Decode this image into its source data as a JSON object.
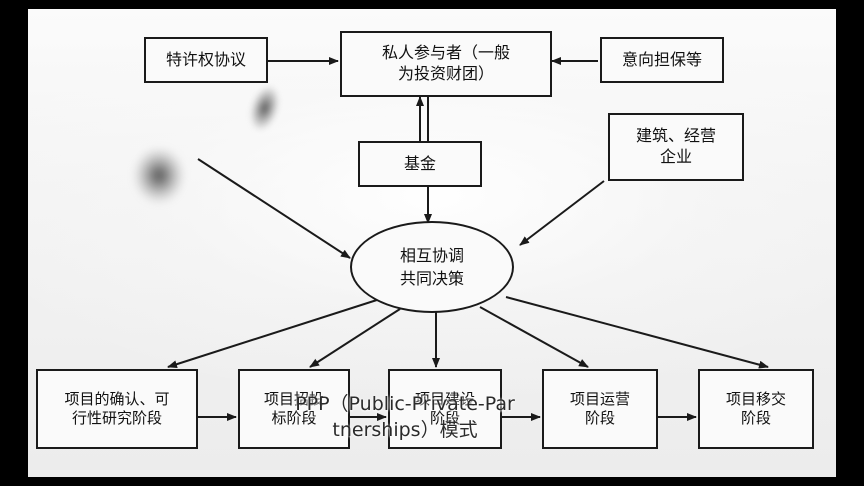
{
  "diagram": {
    "title": "PPP（Public-Private-Par",
    "caption_line1": "PPP（Public-Private-Par",
    "caption_line2": "tnerships）模式",
    "nodes": {
      "franchise": "特许权协议",
      "private": "私人参与者（一般\n为投资财团）",
      "private_line1": "私人参与者（一般",
      "private_line2": "为投资财团）",
      "intent": "意向担保等",
      "fund": "基金",
      "construct_line1": "建筑、经营",
      "construct_line2": "企业",
      "center_line1": "相互协调",
      "center_line2": "共同决策",
      "phase1_line1": "项目的确认、可",
      "phase1_line2": "行性研究阶段",
      "phase2_line1": "项目招投",
      "phase2_line2": "标阶段",
      "phase3_line1": "项目建设",
      "phase3_line2": "阶段",
      "phase4_line1": "项目运营",
      "phase4_line2": "阶段",
      "phase5_line1": "项目移交",
      "phase5_line2": "阶段"
    },
    "colors": {
      "paper": "#f2f2f2",
      "ink": "#1a1a1a",
      "backdrop": "#000000",
      "caption_text": "#2b2b2b"
    }
  }
}
